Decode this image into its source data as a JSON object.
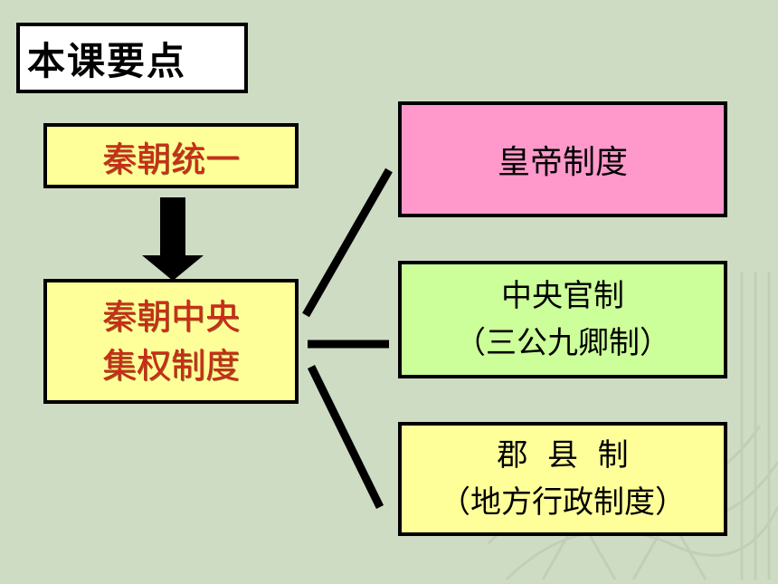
{
  "title": "本课要点",
  "nodes": {
    "qin_unify": "秦朝统一",
    "qin_central_line1": "秦朝中央",
    "qin_central_line2": "集权制度",
    "emperor": "皇帝制度",
    "official_line1": "中央官制",
    "official_line2": "（三公九卿制）",
    "county_line1": "郡  县  制",
    "county_line2": "（地方行政制度）"
  },
  "colors": {
    "background": "#cfdcc4",
    "yellow_box": "#ffff99",
    "pink_box": "#ff99cc",
    "green_box": "#ccff99",
    "red_text": "#cc2a1a"
  }
}
